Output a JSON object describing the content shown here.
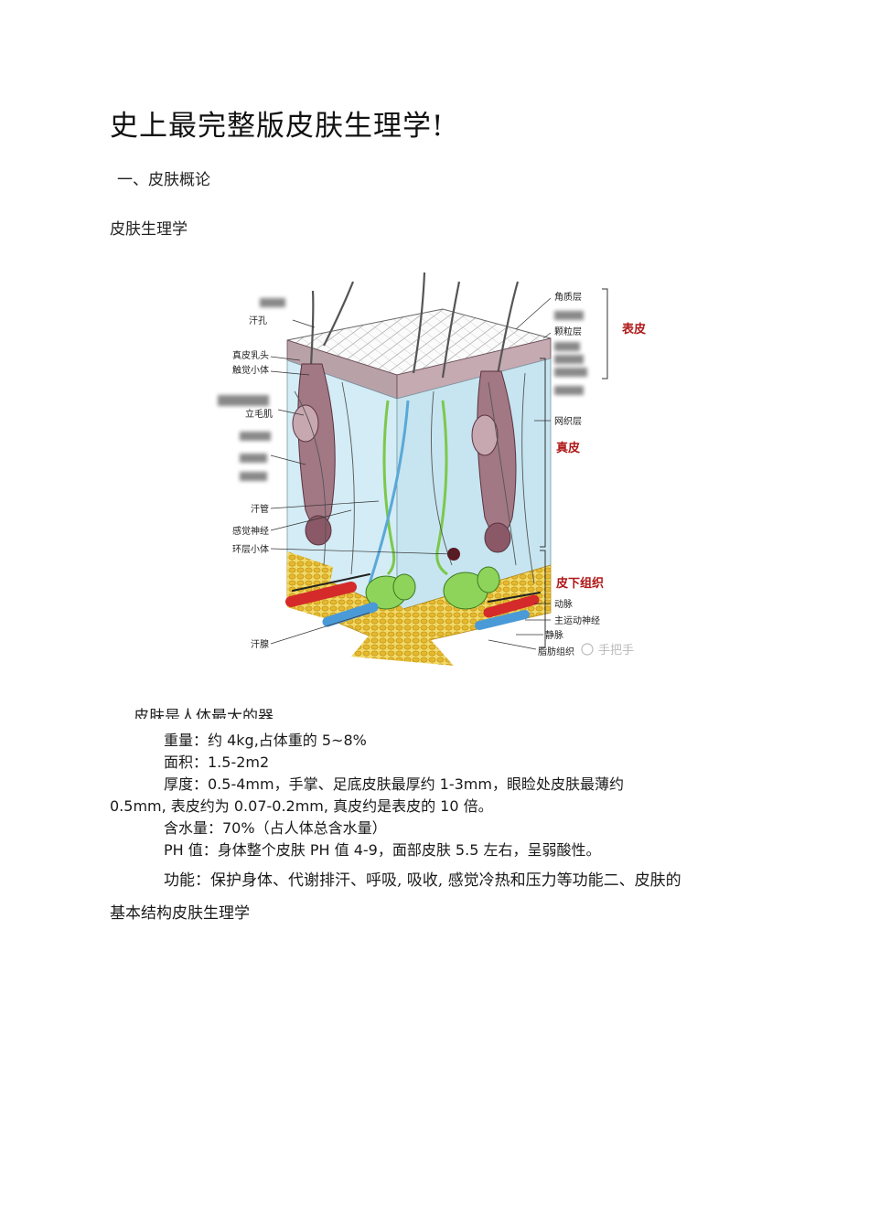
{
  "document": {
    "title": "史上最完整版皮肤生理学!",
    "section1_heading": "一、皮肤概论",
    "subheading": "皮肤生理学",
    "cutoff_line": "皮肤是人体最大的器",
    "lines": {
      "weight": "重量：约 4kg,占体重的 5~8%",
      "area": "面积：1.5-2m2",
      "thickness_1": "厚度：0.5-4mm，手掌、足底皮肤最厚约 1-3mm，眼睑处皮肤最薄约",
      "thickness_2": "0.5mm, 表皮约为 0.07-0.2mm, 真皮约是表皮的 10 倍。",
      "water": "含水量：70%（占人体总含水量）",
      "ph": "PH 值：身体整个皮肤 PH 值 4-9，面部皮肤 5.5 左右，呈弱酸性。",
      "function_1": "功能：保护身体、代谢排汗、呼吸, 吸收, 感觉冷热和压力等功能二、皮肤的",
      "function_2": "基本结构皮肤生理学"
    }
  },
  "figure": {
    "left_labels": {
      "sweat_pore": "汗孔",
      "dermal_papilla": "真皮乳头",
      "tactile_corpuscle": "触觉小体",
      "arrector_pili": "立毛肌",
      "sweat_duct": "汗管",
      "sensory_nerve": "感觉神经",
      "lamellar_corpuscle": "环层小体",
      "sweat_gland": "汗腺"
    },
    "right_labels": {
      "stratum_corneum": "角质层",
      "stratum_granulosum": "颗粒层",
      "reticular_layer": "网织层",
      "artery": "动脉",
      "motor_nerve": "主运动神经",
      "vein": "静脉",
      "adipose_tissue": "脂肪组织"
    },
    "layer_labels": {
      "epidermis": "表皮",
      "dermis": "真皮",
      "subcutaneous": "皮下组织"
    },
    "watermark": "手把手",
    "colors": {
      "epidermis": "#b8a2a8",
      "dermis": "#cfe9f2",
      "fat": "#e8c84a",
      "gland": "#8fd45a",
      "artery": "#d42a2a",
      "vein": "#4a9ad8",
      "follicle": "#9a6a78",
      "layer_label": "#b01818"
    }
  }
}
